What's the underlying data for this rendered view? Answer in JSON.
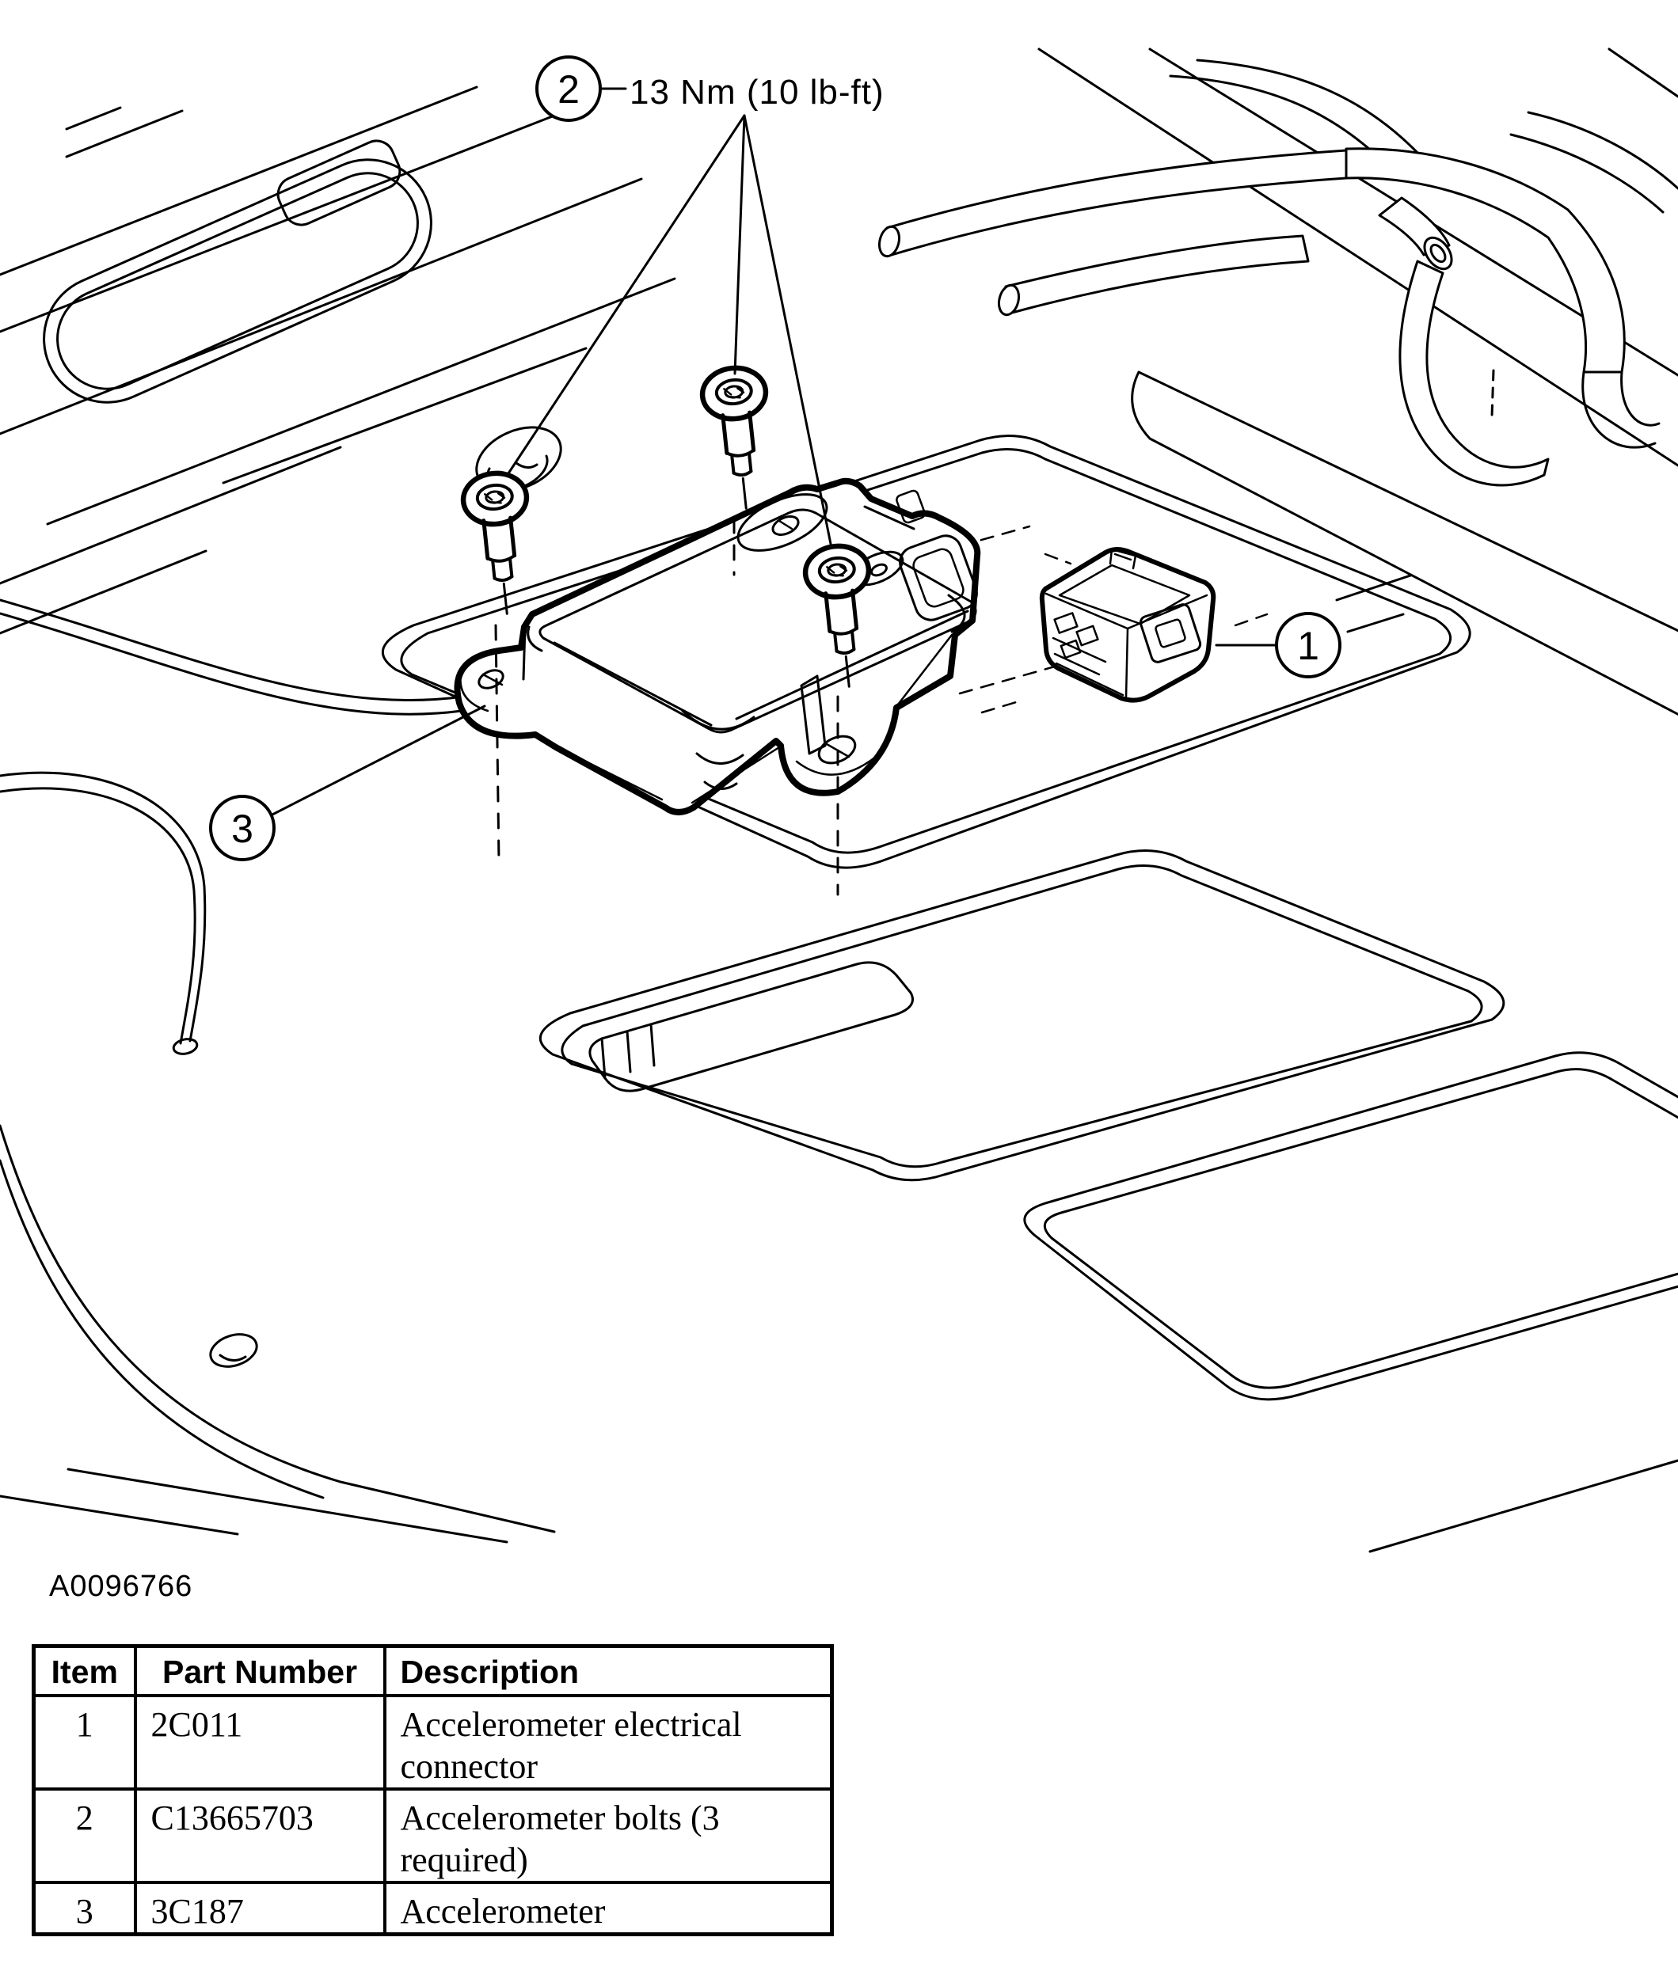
{
  "figure": {
    "code": "A0096766",
    "torque_label": "13 Nm (10 lb-ft)",
    "callouts": {
      "c1": "1",
      "c2": "2",
      "c3": "3"
    }
  },
  "table": {
    "headers": [
      "Item",
      "Part Number",
      "Description"
    ],
    "rows": [
      {
        "item": "1",
        "part_number": "2C011",
        "description": "Accelerometer electrical connector"
      },
      {
        "item": "2",
        "part_number": "C13665703",
        "description": "Accelerometer bolts (3 required)"
      },
      {
        "item": "3",
        "part_number": "3C187",
        "description": "Accelerometer"
      }
    ]
  },
  "colors": {
    "ink": "#000000",
    "paper": "#ffffff"
  }
}
